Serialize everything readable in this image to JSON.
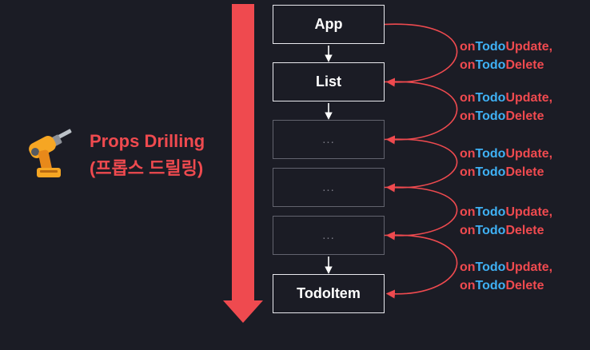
{
  "title": {
    "line1": "Props Drilling",
    "line2": "(프롭스 드릴링)"
  },
  "icon": "power-drill-icon",
  "colors": {
    "background": "#1b1c25",
    "accent_red": "#ef4a4f",
    "accent_blue": "#3fb1f5",
    "box_border": "#e9e9ee",
    "box_border_faded": "#62636e"
  },
  "components": [
    {
      "label": "App",
      "style": "solid"
    },
    {
      "label": "List",
      "style": "solid"
    },
    {
      "label": "...",
      "style": "faded"
    },
    {
      "label": "...",
      "style": "faded"
    },
    {
      "label": "...",
      "style": "faded"
    },
    {
      "label": "TodoItem",
      "style": "solid"
    }
  ],
  "props": {
    "line1": {
      "prefix": "on",
      "entity": "Todo",
      "verb": "Update,"
    },
    "line2": {
      "prefix": "on",
      "entity": "Todo",
      "verb": "Delete"
    }
  }
}
